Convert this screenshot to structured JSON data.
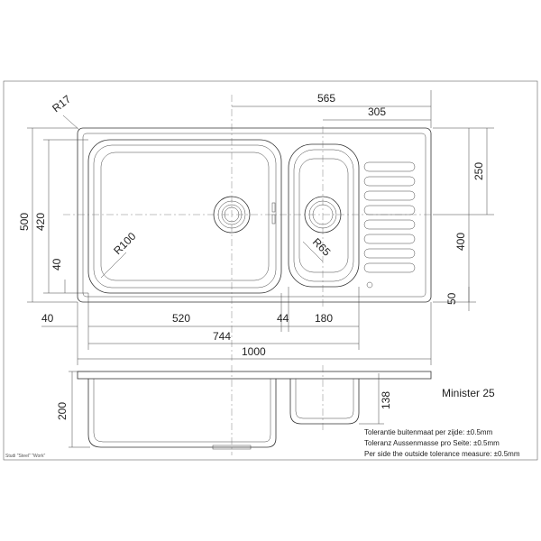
{
  "dimensions": {
    "top_565": "565",
    "top_305": "305",
    "r17": "R17",
    "left_500": "500",
    "left_420": "420",
    "left_40_v": "40",
    "left_40_h": "40",
    "bottom_520": "520",
    "bottom_44": "44",
    "bottom_180": "180",
    "bottom_744": "744",
    "bottom_1000": "1000",
    "right_250": "250",
    "right_400": "400",
    "right_50": "50",
    "r100": "R100",
    "r65": "R65",
    "depth_200": "200",
    "depth_138": "138"
  },
  "model_name": "Minister 25",
  "tolerance_lines": [
    "Tolerantie buitenmaat per zijde: ±0.5mm",
    "Toleranz Aussenmasse pro Seite: ±0.5mm",
    "Per side the outside tolerance measure: ±0.5mm"
  ],
  "corner_note": "Studi \"Steel\" \"Work\""
}
